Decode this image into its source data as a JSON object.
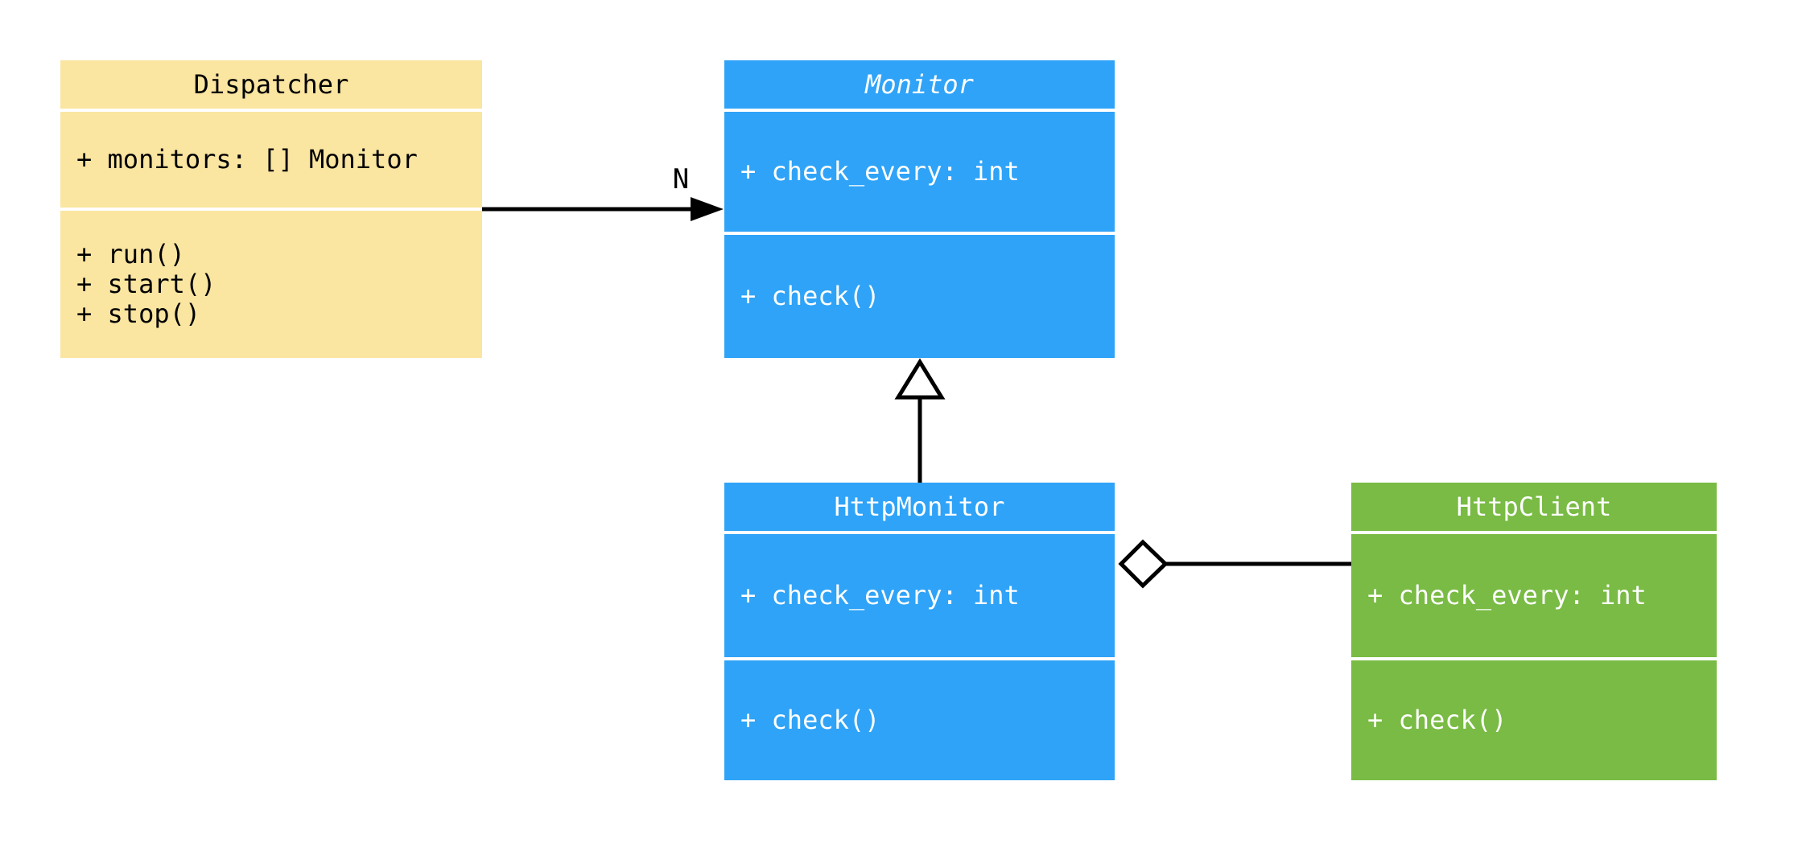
{
  "diagram": {
    "background": "#ffffff",
    "line_color": "#000000",
    "classes": [
      {
        "id": "dispatcher",
        "name": "Dispatcher",
        "abstract": false,
        "fill": "#FAE5A1",
        "text_color": "#000000",
        "attributes": [
          "+ monitors: [] Monitor"
        ],
        "methods": [
          "+ run()",
          "+ start()",
          "+ stop()"
        ]
      },
      {
        "id": "monitor",
        "name": "Monitor",
        "abstract": true,
        "fill": "#2FA3F7",
        "text_color": "#ffffff",
        "attributes": [
          "+ check_every: int"
        ],
        "methods": [
          "+ check()"
        ]
      },
      {
        "id": "http_monitor",
        "name": "HttpMonitor",
        "abstract": false,
        "fill": "#2FA3F7",
        "text_color": "#ffffff",
        "attributes": [
          "+ check_every: int"
        ],
        "methods": [
          "+ check()"
        ]
      },
      {
        "id": "http_client",
        "name": "HttpClient",
        "abstract": false,
        "fill": "#79BB44",
        "text_color": "#ffffff",
        "attributes": [
          "+ check_every: int"
        ],
        "methods": [
          "+ check()"
        ]
      }
    ],
    "relationships": [
      {
        "type": "association",
        "from": "Dispatcher",
        "to": "Monitor",
        "label": "N",
        "head": "filled-arrow"
      },
      {
        "type": "inheritance",
        "from": "HttpMonitor",
        "to": "Monitor",
        "head": "hollow-triangle"
      },
      {
        "type": "aggregation",
        "from": "HttpMonitor",
        "to": "HttpClient",
        "head": "hollow-diamond"
      }
    ]
  }
}
